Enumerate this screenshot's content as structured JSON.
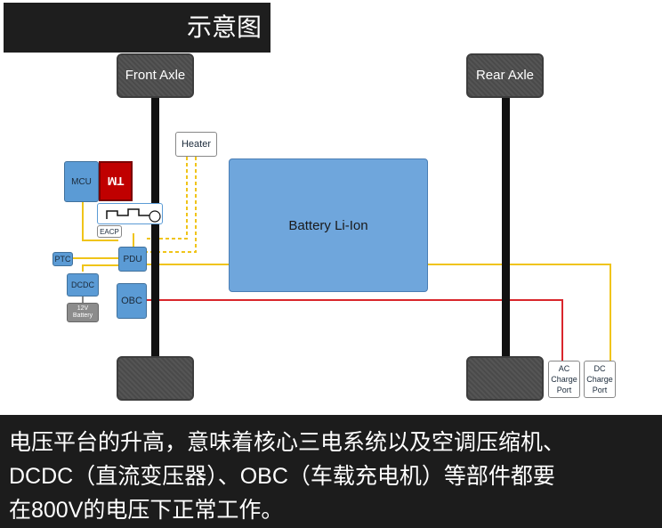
{
  "header": {
    "title_fragment": "示意图"
  },
  "wheels": {
    "front_axle": "Front Axle",
    "rear_axle": "Rear Axle"
  },
  "components": {
    "heater": "Heater",
    "battery": "Battery Li-Ion",
    "mcu": "MCU",
    "motor": "TM",
    "eacp": "EACP",
    "ptc": "PTC",
    "pdu": "PDU",
    "dcdc": "DCDC",
    "battery_12v_line1": "12V",
    "battery_12v_line2": "Battery",
    "obc": "OBC",
    "ac_port_line1": "AC",
    "ac_port_line2": "Charge",
    "ac_port_line3": "Port",
    "dc_port_line1": "DC",
    "dc_port_line2": "Charge",
    "dc_port_line3": "Port"
  },
  "colors": {
    "hv_line": "#f0c419",
    "ac_line": "#d9262c",
    "component_blue": "#5b9bd5",
    "axle": "#111111"
  },
  "subtitle": {
    "line1": "电压平台的升高，意味着核心三电系统以及空调压缩机、",
    "line2": "DCDC（直流变压器）、OBC（车载充电机）等部件都要",
    "line3": "在800V的电压下正常工作。"
  }
}
